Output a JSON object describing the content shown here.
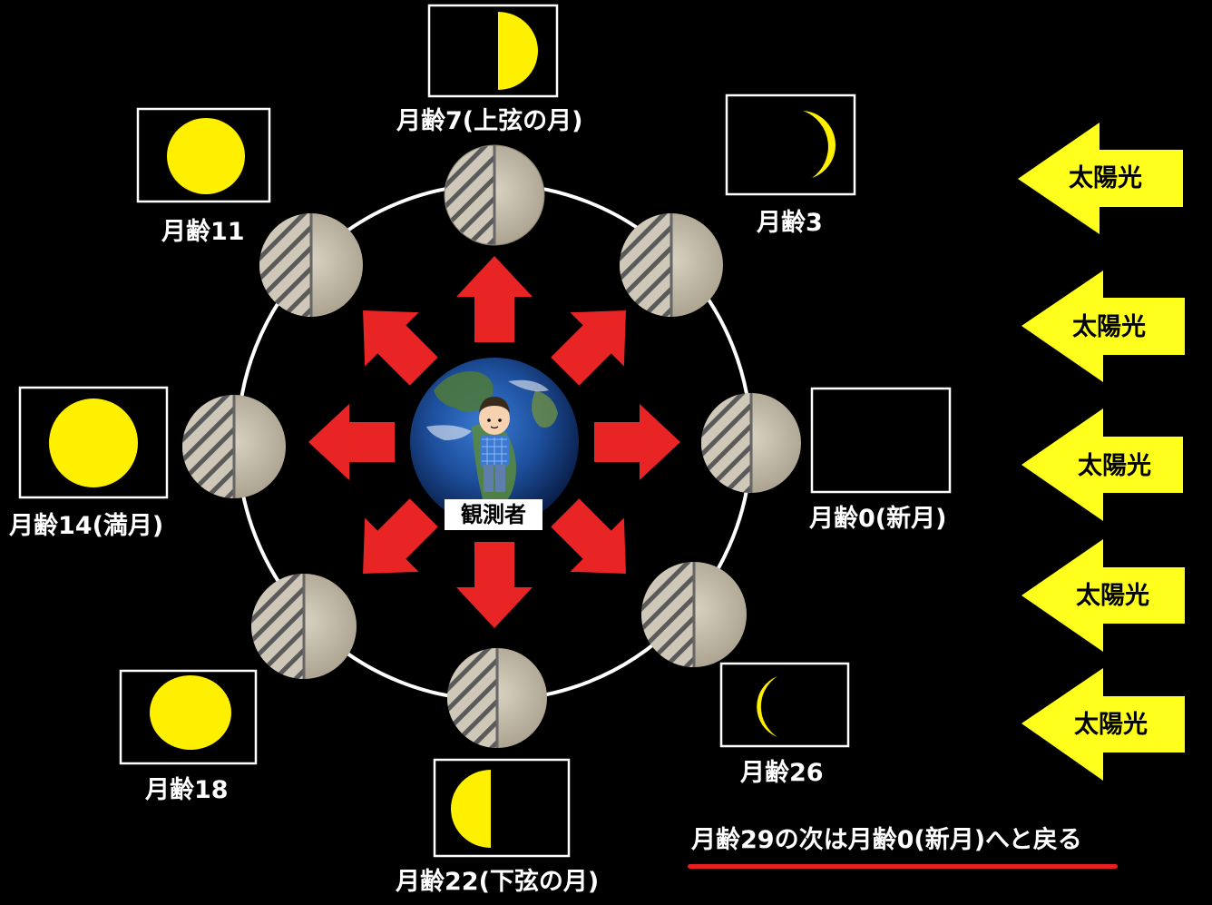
{
  "colors": {
    "background": "#000000",
    "sunlight_arrow": "#ffff1e",
    "view_arrow": "#e82424",
    "moon_lit": "#fff000",
    "orbit": "#ffffff",
    "underline": "#e8201f"
  },
  "sunlight": {
    "label": "太陽光",
    "arrow_count": 5
  },
  "observer": {
    "label": "観測者",
    "icon": "earth-with-person-icon"
  },
  "phases": [
    {
      "id": "age-0",
      "label": "月齢0(新月)",
      "lit_shape": "none"
    },
    {
      "id": "age-3",
      "label": "月齢3",
      "lit_shape": "waxing-crescent"
    },
    {
      "id": "age-7",
      "label": "月齢7(上弦の月)",
      "lit_shape": "first-quarter"
    },
    {
      "id": "age-11",
      "label": "月齢11",
      "lit_shape": "waxing-gibbous"
    },
    {
      "id": "age-14",
      "label": "月齢14(満月)",
      "lit_shape": "full"
    },
    {
      "id": "age-18",
      "label": "月齢18",
      "lit_shape": "waning-gibbous"
    },
    {
      "id": "age-22",
      "label": "月齢22(下弦の月)",
      "lit_shape": "last-quarter"
    },
    {
      "id": "age-26",
      "label": "月齢26",
      "lit_shape": "waning-crescent"
    }
  ],
  "note": "月齢29の次は月齢0(新月)へと戻る"
}
